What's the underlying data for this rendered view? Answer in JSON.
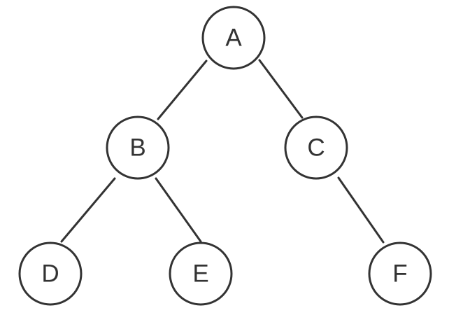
{
  "diagram": {
    "type": "binary-tree",
    "nodes": [
      {
        "id": "A",
        "label": "A"
      },
      {
        "id": "B",
        "label": "B"
      },
      {
        "id": "C",
        "label": "C"
      },
      {
        "id": "D",
        "label": "D"
      },
      {
        "id": "E",
        "label": "E"
      },
      {
        "id": "F",
        "label": "F"
      }
    ],
    "edges": [
      {
        "from": "A",
        "to": "B"
      },
      {
        "from": "A",
        "to": "C"
      },
      {
        "from": "B",
        "to": "D"
      },
      {
        "from": "B",
        "to": "E"
      },
      {
        "from": "C",
        "to": "F"
      }
    ],
    "colors": {
      "stroke": "#333333",
      "fill": "#ffffff",
      "text": "#333333"
    }
  }
}
